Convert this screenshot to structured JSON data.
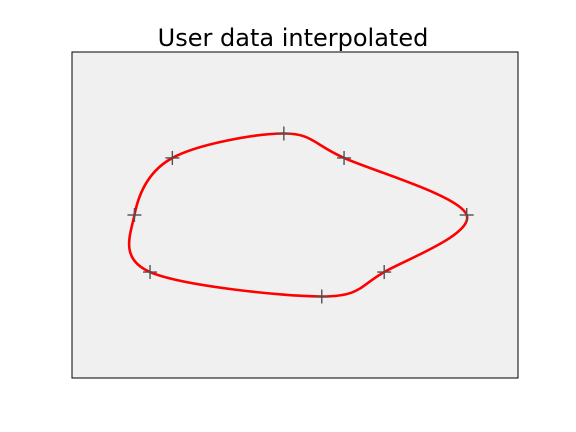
{
  "chart_data": {
    "type": "line",
    "title": "User data interpolated",
    "xlabel": "",
    "ylabel": "",
    "xlim": [
      0,
      10
    ],
    "ylim": [
      0,
      10
    ],
    "grid": false,
    "axes_visible": false,
    "background_color": "#f0f0f0",
    "line_color": "#ff0000",
    "marker_color": "#505050",
    "closed_curve": true,
    "series": [
      {
        "kind": "markers",
        "marker": "+",
        "x": [
          2.25,
          4.75,
          6.1,
          8.85,
          7.0,
          5.6,
          1.75,
          1.4
        ],
        "y": [
          6.75,
          7.5,
          6.75,
          5.0,
          3.25,
          2.5,
          3.25,
          5.0
        ]
      },
      {
        "kind": "interpolated-line",
        "x": [
          2.25,
          4.75,
          6.1,
          8.85,
          7.0,
          5.6,
          1.75,
          1.4
        ],
        "y": [
          6.75,
          7.5,
          6.75,
          5.0,
          3.25,
          2.5,
          3.25,
          5.0
        ]
      }
    ]
  }
}
